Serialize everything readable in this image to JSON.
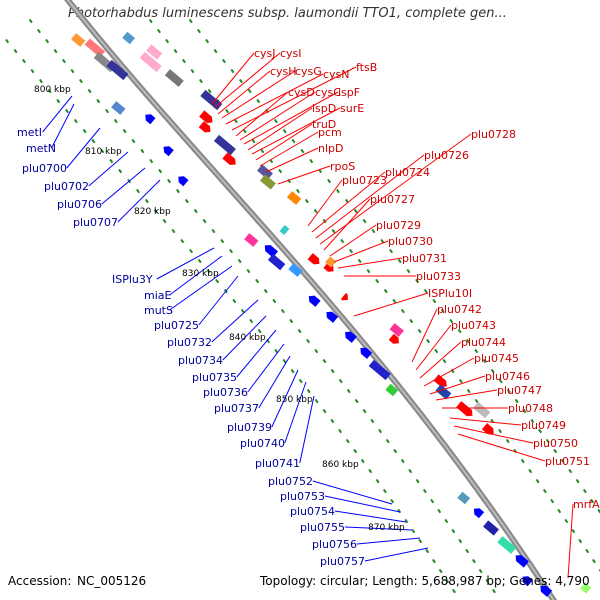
{
  "title": "Photorhabdus luminescens subsp. laumondii TTO1, complete gen...",
  "footer": {
    "accession_label": "Accession:",
    "accession": "NC_005126",
    "topology": "Topology: circular; Length: 5,688,987 bp; Genes: 4,790"
  },
  "colors": {
    "forward_strand": "#ff0000",
    "reverse_strand": "#0000ff",
    "label_forward": "#cc0000",
    "label_reverse": "#000099",
    "backbone": "#888888",
    "dots": "#228822"
  },
  "kbp_ticks": [
    "800 kbp",
    "810 kbp",
    "820 kbp",
    "830 kbp",
    "840 kbp",
    "850 kbp",
    "860 kbp",
    "870 kbp"
  ],
  "reverse_labels": [
    "metI",
    "metN",
    "plu0700",
    "plu0702",
    "plu0706",
    "plu0707",
    "ISPlu3Y",
    "miaE",
    "mutS",
    "plu0725",
    "plu0732",
    "plu0734",
    "plu0735",
    "plu0736",
    "plu0737",
    "plu0739",
    "plu0740",
    "plu0741",
    "plu0752",
    "plu0753",
    "plu0754",
    "plu0755",
    "plu0756",
    "plu0757"
  ],
  "forward_labels": [
    "cysJ",
    "cysI",
    "cysH",
    "cysG",
    "cysN",
    "ftsB",
    "cysD",
    "cysC",
    "ispF",
    "ispD",
    "surE",
    "truD",
    "pcm",
    "nlpD",
    "rpoS",
    "plu0723",
    "plu0724",
    "plu0726",
    "plu0728",
    "plu0727",
    "plu0729",
    "plu0730",
    "plu0731",
    "plu0733",
    "ISPlu10I",
    "plu0742",
    "plu0743",
    "plu0744",
    "plu0745",
    "plu0746",
    "plu0747",
    "plu0748",
    "plu0749",
    "plu0750",
    "plu0751",
    "mrfA"
  ]
}
